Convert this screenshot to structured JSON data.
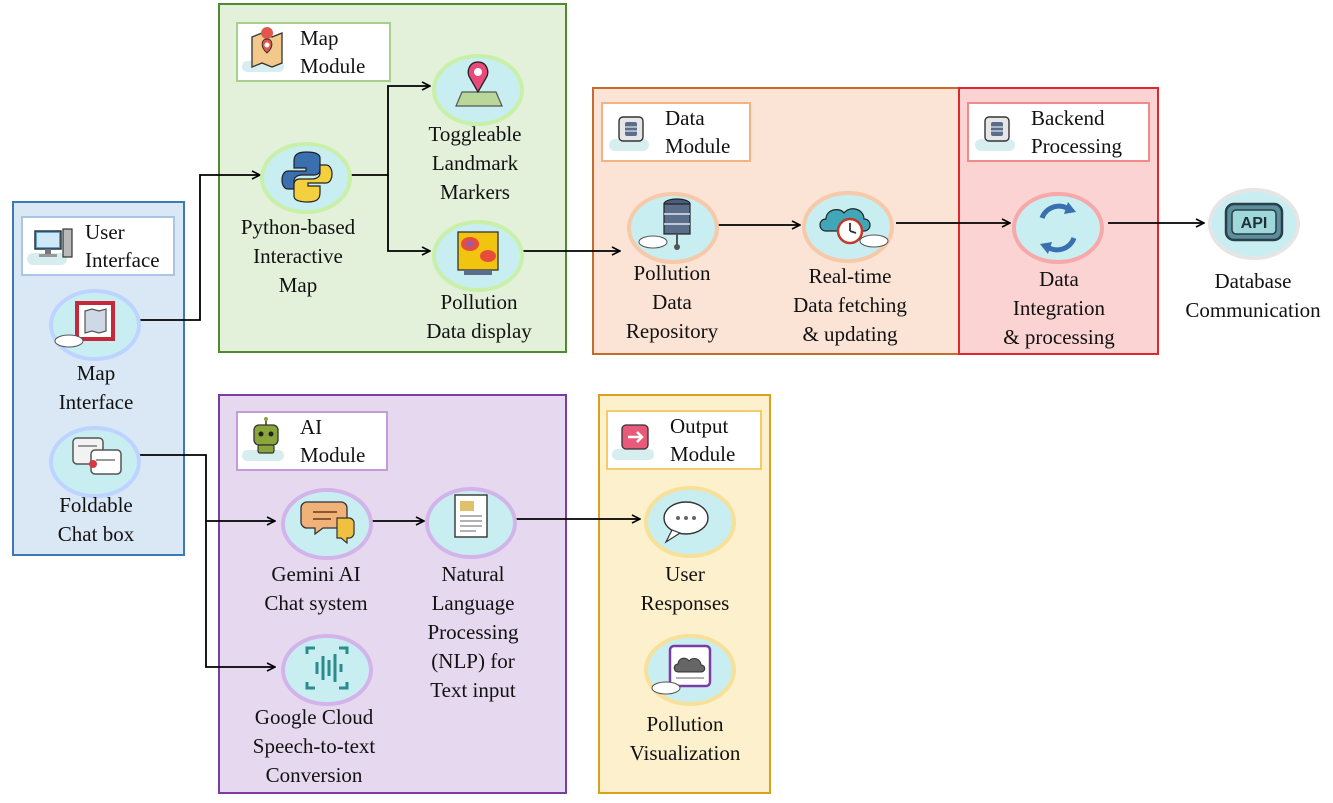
{
  "colors": {
    "ui_fill": "#dae7f5",
    "ui_border": "#3a7ab9",
    "map_fill": "#e3f0da",
    "map_border": "#4f8a2f",
    "data_fill": "#fbe3d6",
    "data_border": "#c86a2b",
    "backend_fill": "#fcd3d3",
    "backend_border": "#e0262f",
    "ai_fill": "#e6d9ef",
    "ai_border": "#7a3da3",
    "output_fill": "#fdf0cc",
    "output_border": "#d8a21e",
    "arrow": "#000000"
  },
  "modules": {
    "user_interface": {
      "line1": "User",
      "line2": "Interface",
      "icon": "computer-icon"
    },
    "map_module": {
      "line1": "Map",
      "line2": "Module",
      "icon": "folded-map-icon"
    },
    "data_module": {
      "line1": "Data",
      "line2": "Module",
      "icon": "database-icon"
    },
    "backend": {
      "line1": "Backend",
      "line2": "Processing",
      "icon": "server-icon"
    },
    "ai_module": {
      "line1": "AI",
      "line2": "Module",
      "icon": "robot-icon"
    },
    "output_module": {
      "line1": "Output",
      "line2": "Module",
      "icon": "output-icon"
    }
  },
  "nodes": {
    "map_interface": {
      "lines": [
        "Map",
        "Interface"
      ],
      "icon": "map-frame-icon"
    },
    "chat_box": {
      "lines": [
        "Foldable",
        "Chat box"
      ],
      "icon": "chat-window-icon"
    },
    "python_map": {
      "lines": [
        "Python-based",
        "Interactive",
        "Map"
      ],
      "icon": "python-icon"
    },
    "landmark_markers": {
      "lines": [
        "Toggleable",
        "Landmark",
        "Markers"
      ],
      "icon": "location-pin-icon"
    },
    "pollution_display": {
      "lines": [
        "Pollution",
        "Data display"
      ],
      "icon": "heatmap-icon"
    },
    "pollution_repo": {
      "lines": [
        "Pollution",
        "Data",
        "Repository"
      ],
      "icon": "database-icon"
    },
    "realtime": {
      "lines": [
        "Real-time",
        "Data fetching",
        "& updating"
      ],
      "icon": "cloud-clock-icon"
    },
    "integration": {
      "lines": [
        "Data",
        "Integration",
        "& processing"
      ],
      "icon": "sync-icon"
    },
    "database_comm": {
      "lines": [
        "Database",
        "Communication"
      ],
      "icon": "api-icon",
      "icon_text": "API"
    },
    "gemini": {
      "lines": [
        "Gemini AI",
        "Chat system"
      ],
      "icon": "chat-bubbles-icon"
    },
    "nlp": {
      "lines": [
        "Natural",
        "Language",
        "Processing",
        "(NLP) for",
        "Text input"
      ],
      "icon": "document-icon"
    },
    "speech": {
      "lines": [
        "Google Cloud",
        "Speech-to-text",
        "Conversion"
      ],
      "icon": "voice-scan-icon"
    },
    "user_responses": {
      "lines": [
        "User",
        "Responses"
      ],
      "icon": "speech-bubble-icon"
    },
    "pollution_viz": {
      "lines": [
        "Pollution",
        "Visualization"
      ],
      "icon": "smog-cloud-icon"
    }
  }
}
